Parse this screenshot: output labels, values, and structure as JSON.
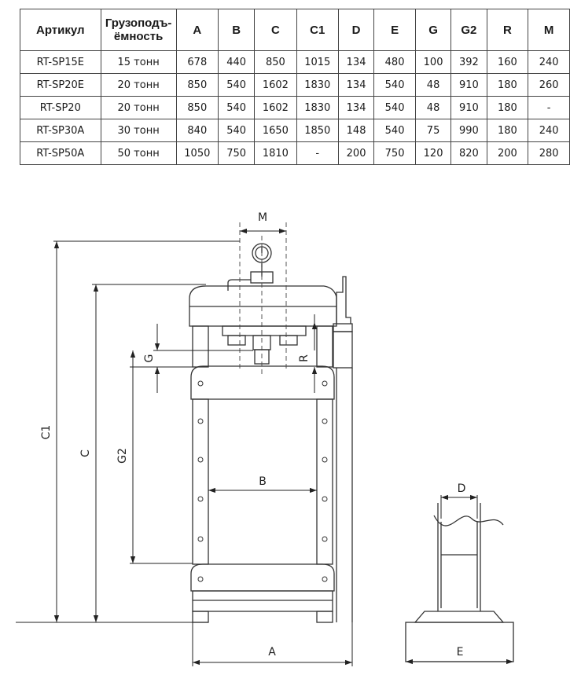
{
  "table": {
    "headers": [
      "Артикул",
      "Грузоподъ-ёмность",
      "A",
      "B",
      "C",
      "C1",
      "D",
      "E",
      "G",
      "G2",
      "R",
      "M"
    ],
    "header_line2": "ёмность",
    "header_line1": "Грузоподъ-",
    "rows": [
      [
        "RT-SP15E",
        "15 тонн",
        "678",
        "440",
        "850",
        "1015",
        "134",
        "480",
        "100",
        "392",
        "160",
        "240"
      ],
      [
        "RT-SP20E",
        "20 тонн",
        "850",
        "540",
        "1602",
        "1830",
        "134",
        "540",
        "48",
        "910",
        "180",
        "260"
      ],
      [
        "RT-SP20",
        "20 тонн",
        "850",
        "540",
        "1602",
        "1830",
        "134",
        "540",
        "48",
        "910",
        "180",
        "-"
      ],
      [
        "RT-SP30A",
        "30 тонн",
        "840",
        "540",
        "1650",
        "1850",
        "148",
        "540",
        "75",
        "990",
        "180",
        "240"
      ],
      [
        "RT-SP50A",
        "50 тонн",
        "1050",
        "750",
        "1810",
        "-",
        "200",
        "750",
        "120",
        "820",
        "200",
        "280"
      ]
    ]
  },
  "diagram": {
    "labels": {
      "m": "M",
      "c1": "C1",
      "c": "C",
      "g": "G",
      "g2": "G2",
      "r": "R",
      "b": "B",
      "a": "A",
      "d": "D",
      "e": "E"
    }
  }
}
